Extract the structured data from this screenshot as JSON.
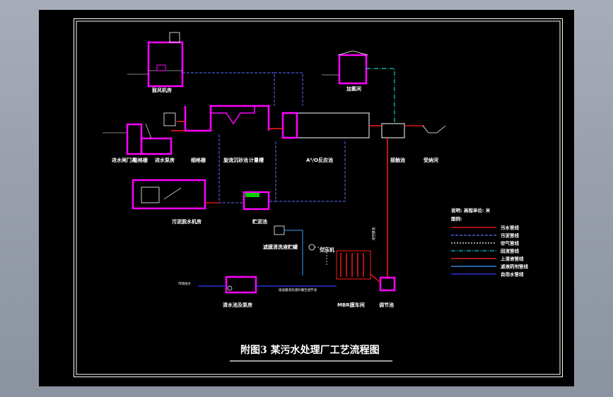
{
  "title": "附图3   某污水处理厂工艺流程图",
  "colors": {
    "sewage": "#ff1a1a",
    "sludge": "#5a6cff",
    "air": "#ffffff",
    "reflux": "#00d0d0",
    "supernatant": "#ff2a2a",
    "chemical": "#3aa0ff",
    "water": "#2a3cff",
    "structure": "#ff00ff",
    "frame": "#ffffff"
  },
  "units": [
    {
      "id": "blower-room",
      "label": "鼓风机房"
    },
    {
      "id": "dosing-room",
      "label": "加氯间"
    },
    {
      "id": "inlet-well",
      "label": "进水闸门井"
    },
    {
      "id": "coarse-screen",
      "label": "粗格栅"
    },
    {
      "id": "lift-pump",
      "label": "进水泵房"
    },
    {
      "id": "fine-screen",
      "label": "细格栅"
    },
    {
      "id": "grit-chamber",
      "label": "旋流沉砂池"
    },
    {
      "id": "flow-meter",
      "label": "计量槽"
    },
    {
      "id": "reactor",
      "label": "A²/O反应池"
    },
    {
      "id": "contact-tank",
      "label": "接触池"
    },
    {
      "id": "river",
      "label": "受纳河"
    },
    {
      "id": "sludge-dewatering",
      "label": "污泥脱水机房"
    },
    {
      "id": "sludge-well",
      "label": "贮泥池"
    },
    {
      "id": "backwash-tank",
      "label": "滤膜清洗液贮罐"
    },
    {
      "id": "compressor",
      "label": "空压机"
    },
    {
      "id": "clean-water-tank",
      "label": "清水池及泵房"
    },
    {
      "id": "membrane-room",
      "label": "MBR膜车间"
    },
    {
      "id": "equalization",
      "label": "调节池"
    }
  ],
  "annotations": {
    "city_water": "市政给水",
    "backwash_note": "接滤膜清洗液贮罐至调节池",
    "membrane_note": "接至膜池"
  },
  "legend": {
    "header": "说明: 高程单位: 米",
    "title": "图例:",
    "items": [
      {
        "id": "sewage",
        "label": "污水管线",
        "color": "#ff1a1a",
        "dash": ""
      },
      {
        "id": "sludge",
        "label": "污泥管线",
        "color": "#5a6cff",
        "dash": "4 2"
      },
      {
        "id": "air",
        "label": "空气管线",
        "color": "#ffffff",
        "dash": "2 2"
      },
      {
        "id": "reflux",
        "label": "回流管线",
        "color": "#00d0d0",
        "dash": "6 2 1 2"
      },
      {
        "id": "supernatant",
        "label": "上清液管线",
        "color": "#ff2a2a",
        "dash": ""
      },
      {
        "id": "chemical",
        "label": "滤液药剂管线",
        "color": "#3aa0ff",
        "dash": ""
      },
      {
        "id": "water",
        "label": "自用水管线",
        "color": "#2a3cff",
        "dash": ""
      }
    ]
  }
}
